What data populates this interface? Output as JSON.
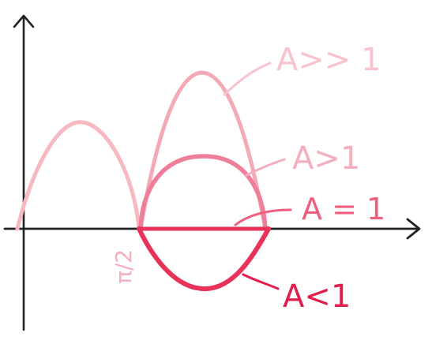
{
  "diagram": {
    "axis_label_x": "π/2",
    "labels": {
      "a_much_greater": "A>> 1",
      "a_greater": "A>1",
      "a_equal": "A = 1",
      "a_less": "A<1"
    },
    "colors": {
      "axis": "#222222",
      "palest": "#f7b8c2",
      "pale": "#f5a8b6",
      "medium": "#ef7f98",
      "strong": "#e8325a",
      "label_palest": "#f8c3cc",
      "label_pale": "#f5aebb",
      "label_medium": "#ee5f7e",
      "label_strong": "#e11d4b"
    }
  }
}
